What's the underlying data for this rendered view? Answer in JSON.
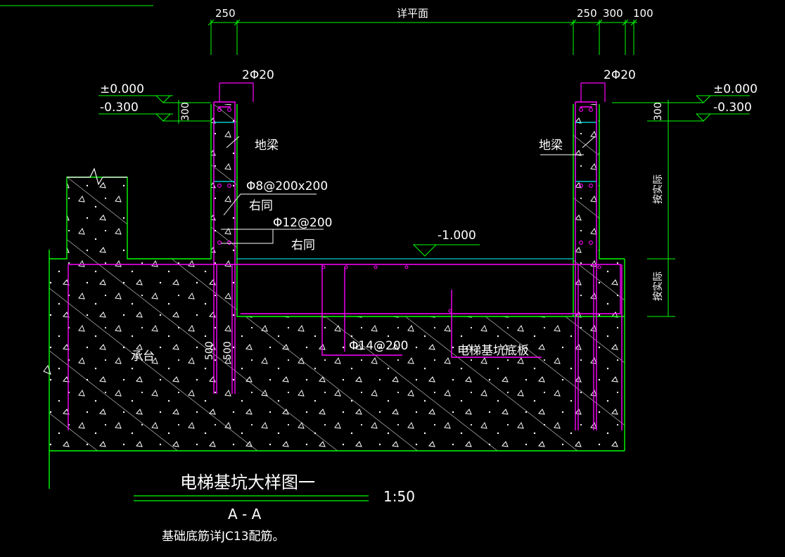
{
  "title": "电梯基坑大样图一",
  "scale": "1:50",
  "section": "A - A",
  "note": "基础底筋详JC13配筋。",
  "dimensions": {
    "top": [
      "250",
      "详平面",
      "250",
      "300",
      "100"
    ],
    "left_300": "300",
    "right_300": "300",
    "vert_500_a": "500",
    "vert_500_b": "500",
    "right_side_1": "按实际",
    "right_side_2": "按实际"
  },
  "elevations": {
    "left_zero": "±0.000",
    "left_minus": "-0.300",
    "right_zero": "±0.000",
    "right_minus": "-0.300",
    "pit": "-1.000"
  },
  "labels": {
    "rebar_left": "2Φ20",
    "rebar_right": "2Φ20",
    "beam_left": "地梁",
    "beam_right": "地梁",
    "mesh": "Φ8@200x200",
    "mesh_note": "右同",
    "bar12": "Φ12@200",
    "bar12_note": "右同",
    "bar14": "Φ14@200",
    "slab": "电梯基坑底板",
    "cap": "承台"
  },
  "colors": {
    "background": "#000000",
    "concrete_outline": "#00ff00",
    "rebar": "#ff00ff",
    "beam_box": "#00ffff",
    "text": "#ffffff"
  }
}
